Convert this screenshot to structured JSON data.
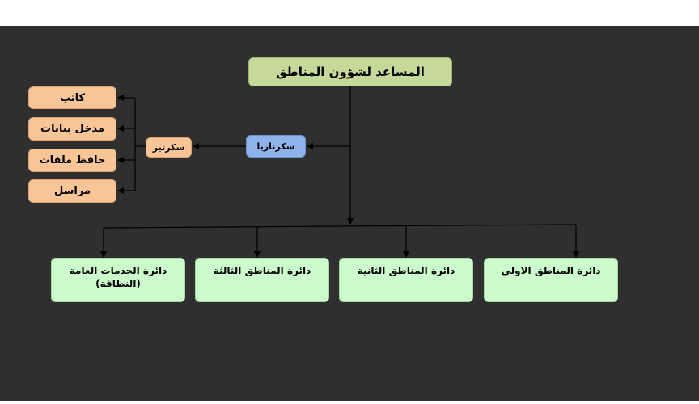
{
  "diagram": {
    "top_node": "المساعد لشؤون المناطق",
    "secretariat": "سكرتاريا",
    "secretary": "سكرتير",
    "staff": [
      "كاتب",
      "مدخل بيانات",
      "حافظ ملفات",
      "مراسل"
    ],
    "departments": [
      {
        "line1": "دائرة المناطق الاولى",
        "line2": ""
      },
      {
        "line1": "دائرة المناطق الثانية",
        "line2": ""
      },
      {
        "line1": "دائرة المناطق الثالثة",
        "line2": ""
      },
      {
        "line1": "دائرة الخدمات العامة",
        "line2": "(النظافة)"
      }
    ]
  },
  "colors": {
    "background": "#2f2f2f",
    "top_node": "#c5d99a",
    "secretariat": "#8eb3e8",
    "secretary_and_staff": "#f8c596",
    "departments": "#ccfccc",
    "connectors": "#000000"
  }
}
